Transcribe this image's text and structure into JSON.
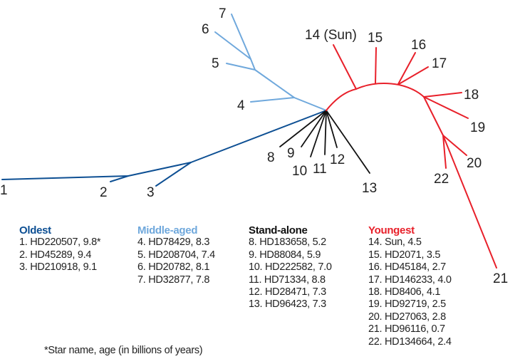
{
  "colors": {
    "oldest": "#0d4f93",
    "middle": "#6fa8dc",
    "standalone": "#111111",
    "youngest": "#e8202a"
  },
  "tree_labels": {
    "n1": "1",
    "n2": "2",
    "n3": "3",
    "n4": "4",
    "n5": "5",
    "n6": "6",
    "n7": "7",
    "n8": "8",
    "n9": "9",
    "n10": "10",
    "n11": "11",
    "n12": "12",
    "n13": "13",
    "n14": "14 (Sun)",
    "n15": "15",
    "n16": "16",
    "n17": "17",
    "n18": "18",
    "n19": "19",
    "n20": "20",
    "n21": "21",
    "n22": "22"
  },
  "legend": [
    {
      "title": "Oldest",
      "items": [
        "1. HD220507, 9.8*",
        "2. HD45289, 9.4",
        "3. HD210918, 9.1"
      ]
    },
    {
      "title": "Middle-aged",
      "items": [
        "4. HD78429, 8.3",
        "5. HD208704, 7.4",
        "6. HD20782, 8.1",
        "7. HD32877, 7.8"
      ]
    },
    {
      "title": "Stand-alone",
      "items": [
        "8. HD183658, 5.2",
        "9. HD88084, 5.9",
        "10. HD222582, 7.0",
        "11. HD71334, 8.8",
        "12. HD28471, 7.3",
        "13. HD96423, 7.3"
      ]
    },
    {
      "title": "Youngest",
      "items": [
        "14. Sun, 4.5",
        "15. HD2071, 3.5",
        "16. HD45184, 2.7",
        "17. HD146233, 4.0",
        "18. HD8406, 4.1",
        "19. HD92719, 2.5",
        "20. HD27063, 2.8",
        "21. HD96116, 0.7",
        "22. HD134664, 2.4"
      ]
    }
  ],
  "footnote": "*Star name, age (in billions of years)"
}
